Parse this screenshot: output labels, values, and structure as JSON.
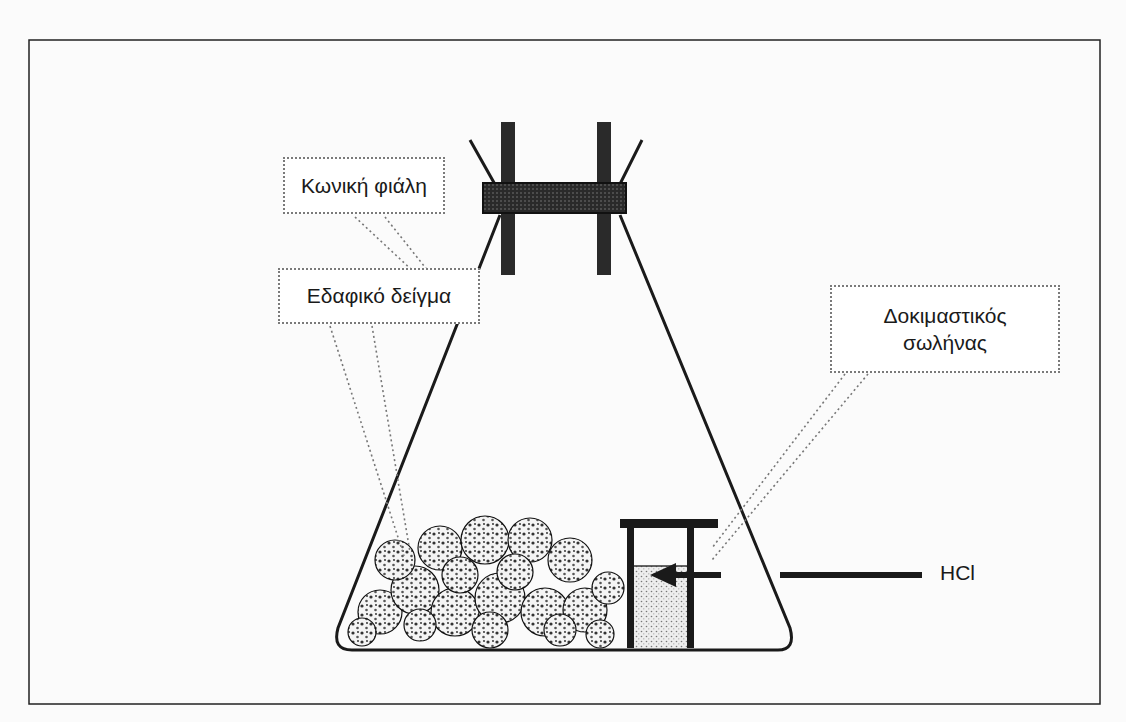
{
  "diagram": {
    "nodes": [
      {
        "text": [
          "Κωνική φιάλη"
        ]
      },
      {
        "text": [
          "Δοκιμαστικός σωλήνας"
        ]
      },
      {
        "text": [
          "Εδαφικό δείγμα"
        ]
      }
    ],
    "labels": [
      "HCl"
    ]
  }
}
